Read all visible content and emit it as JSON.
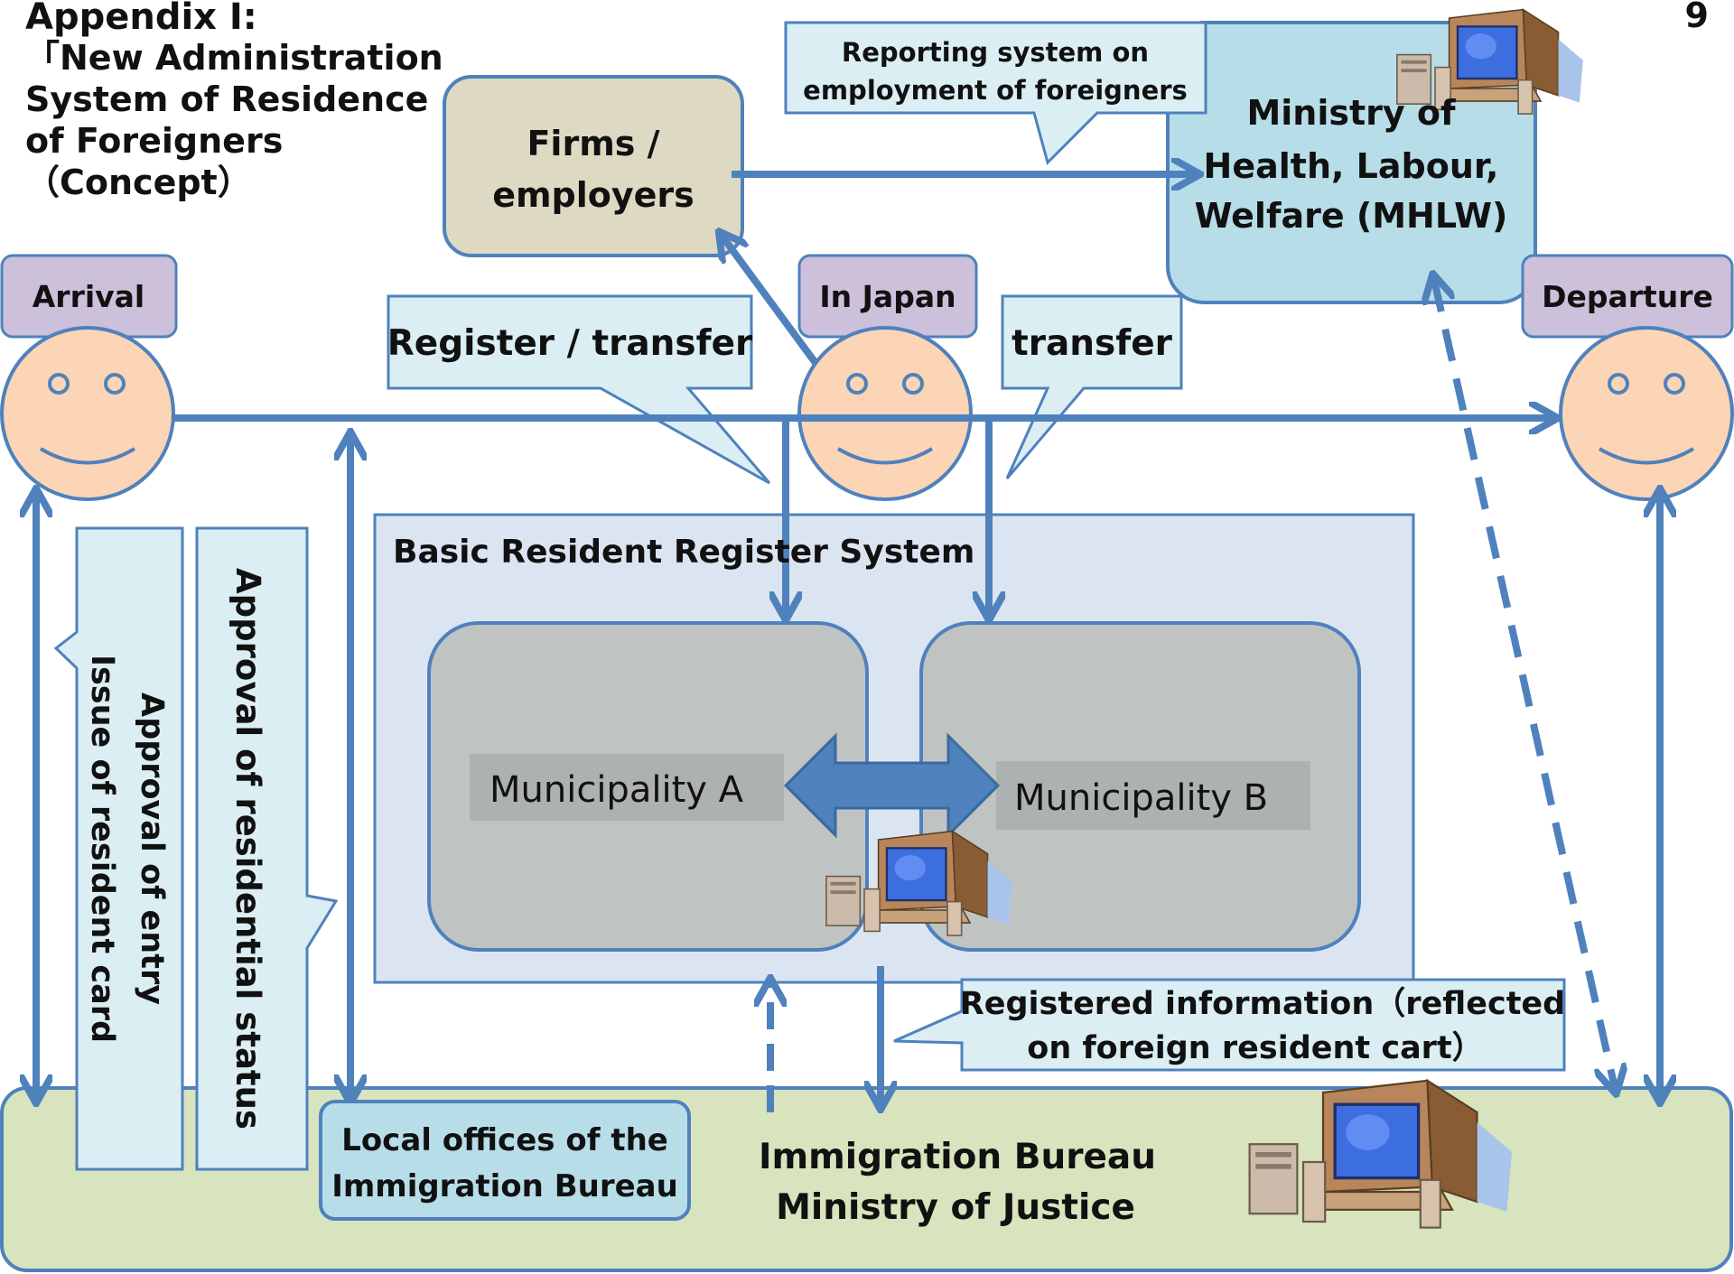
{
  "page_number": "9",
  "title": {
    "line1": "Appendix Ⅰ:",
    "line2": "「New Administration",
    "line3": "System of Residence",
    "line4": "of Foreigners",
    "line5": "（Concept）"
  },
  "stages": {
    "arrival": "Arrival",
    "in_japan": "In Japan",
    "departure": "Departure"
  },
  "firms": {
    "line1": "Firms /",
    "line2": "employers"
  },
  "mhlw": {
    "line1": "Ministry of",
    "line2": "Health, Labour,",
    "line3": "Welfare (MHLW)"
  },
  "callouts": {
    "reporting_line1": "Reporting system on",
    "reporting_line2": "employment of foreigners",
    "register_transfer": "Register / transfer",
    "transfer": "transfer",
    "registered_line1": "Registered information（reflected",
    "registered_line2": "on foreign resident cart）"
  },
  "basic_register": {
    "title": "Basic Resident Register System",
    "municipality_a": "Municipality A",
    "municipality_b": "Municipality B"
  },
  "vertical_labels": {
    "approval_entry": "Approval of entry",
    "issue_card": "Issue of resident card",
    "approval_status": "Approval of residential status"
  },
  "immigration": {
    "local_line1": "Local offices of the",
    "local_line2": "Immigration Bureau",
    "bureau_line1": "Immigration Bureau",
    "bureau_line2": "Ministry of Justice"
  },
  "colors": {
    "arrow_blue": "#4f81bd",
    "stage_tag": "#ccc0da",
    "face": "#fbd5b5",
    "firms_box": "#ddd9c3",
    "mhlw_box": "#b7dde8",
    "callout_bg": "#dbeef4",
    "register_bg": "#dbe5f1",
    "municipality_bg": "#bfc4c3",
    "immigration_bg": "#d7e4bd"
  }
}
